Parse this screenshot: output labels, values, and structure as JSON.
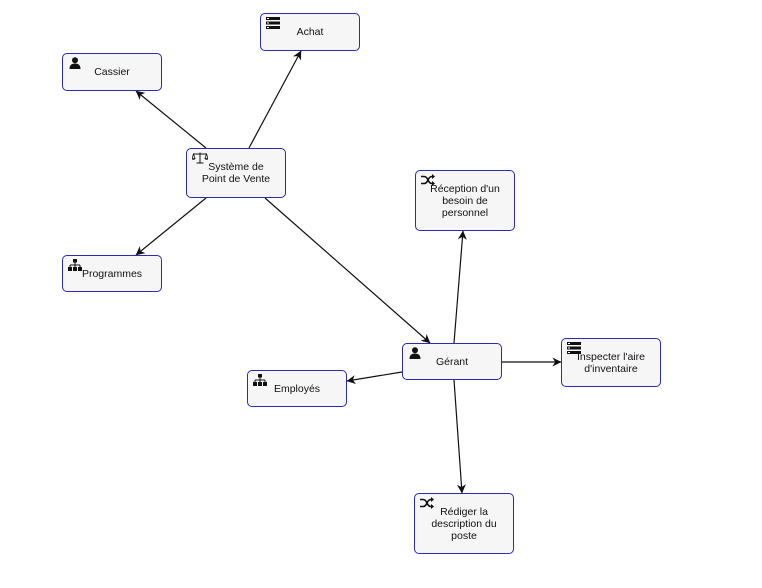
{
  "diagram": {
    "nodes": [
      {
        "id": "cassier",
        "label": "Cassier",
        "icon": "person-icon"
      },
      {
        "id": "achat",
        "label": "Achat",
        "icon": "server-icon"
      },
      {
        "id": "systeme",
        "label": "Système de\nPoint de Vente",
        "icon": "scale-icon"
      },
      {
        "id": "programmes",
        "label": "Programmes",
        "icon": "org-chart-icon"
      },
      {
        "id": "reception",
        "label": "Réception d'un\nbesoin de\npersonnel",
        "icon": "shuffle-icon"
      },
      {
        "id": "gerant",
        "label": "Gérant",
        "icon": "person-icon"
      },
      {
        "id": "inspecter",
        "label": "Inspecter l'aire\nd'inventaire",
        "icon": "server-icon"
      },
      {
        "id": "employes",
        "label": "Employés",
        "icon": "org-chart-icon"
      },
      {
        "id": "rediger",
        "label": "Rédiger la\ndescription du\nposte",
        "icon": "shuffle-icon"
      }
    ],
    "edges": [
      {
        "from": "systeme",
        "to": "cassier"
      },
      {
        "from": "systeme",
        "to": "achat"
      },
      {
        "from": "systeme",
        "to": "programmes"
      },
      {
        "from": "systeme",
        "to": "gerant"
      },
      {
        "from": "gerant",
        "to": "reception"
      },
      {
        "from": "gerant",
        "to": "inspecter"
      },
      {
        "from": "gerant",
        "to": "employes"
      },
      {
        "from": "gerant",
        "to": "rediger"
      }
    ],
    "colors": {
      "border": "#2a2ab4",
      "edge": "#111111",
      "fill": "#f6f6f6"
    }
  }
}
